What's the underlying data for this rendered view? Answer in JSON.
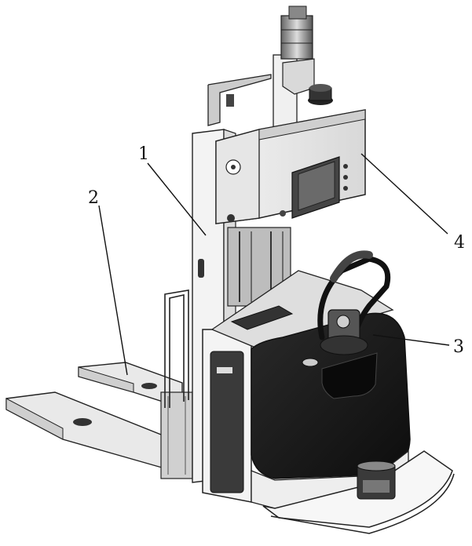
{
  "figure": {
    "callouts": [
      {
        "id": "1",
        "label": "1"
      },
      {
        "id": "2",
        "label": "2"
      },
      {
        "id": "3",
        "label": "3"
      },
      {
        "id": "4",
        "label": "4"
      }
    ]
  }
}
